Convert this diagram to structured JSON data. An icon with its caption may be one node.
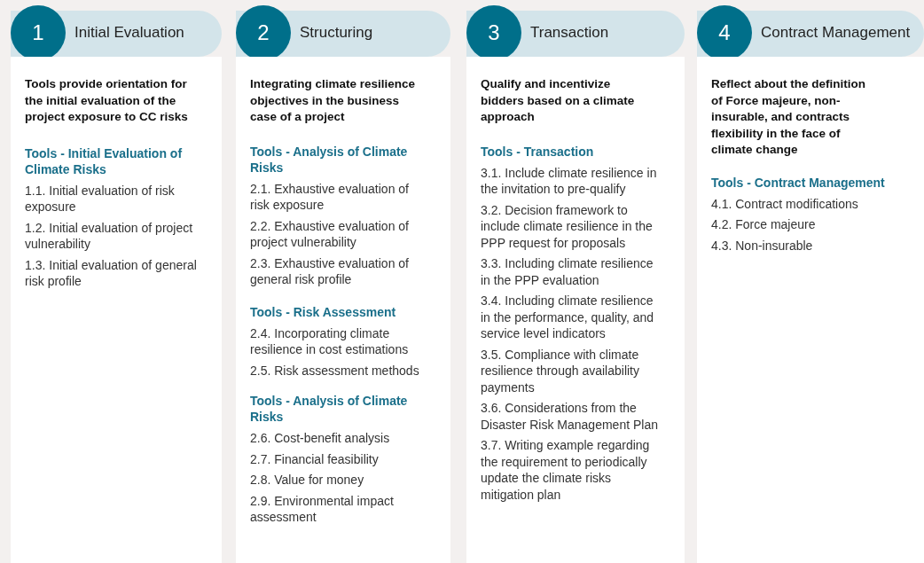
{
  "diagram": {
    "nodes": [
      {
        "text": [
          "1",
          "Initial Evaluation"
        ]
      },
      {
        "text": [
          "Tools provide orientation for the initial evaluation of the project exposure to CC risks"
        ]
      },
      {
        "text": [
          "Tools - Initial Evaluation of Climate Risks",
          "1.1. Initial evaluation of risk exposure",
          "1.2. Initial evaluation of project vulnerability",
          "1.3. Initial evaluation of general risk profile"
        ],
        "in": 1
      },
      {
        "text": [
          "2",
          "Structuring"
        ]
      },
      {
        "text": [
          "Integrating climate resilience objectives in the business case of a project"
        ]
      },
      {
        "text": [
          "Tools - Analysis of Climate Risks",
          "2.1. Exhaustive evaluation of risk exposure",
          "2.2. Exhaustive evaluation of project vulnerability",
          "2.3. Exhaustive evaluation of general risk profile"
        ],
        "in": 4
      },
      {
        "text": [
          "Tools - Risk Assessment",
          "2.4. Incorporating climate resilience in cost estimations",
          "2.5. Risk assessment methods"
        ],
        "in": 4
      },
      {
        "text": [
          "Tools - Analysis of Climate Risks",
          "2.6. Cost-benefit analysis",
          "2.7. Financial feasibility",
          "2.8. Value for money",
          "2.9. Environmental impact assessment"
        ],
        "in": 4
      },
      {
        "text": [
          "3",
          "Transaction"
        ]
      },
      {
        "text": [
          "Qualify and incentivize bidders based on a climate approach"
        ]
      },
      {
        "text": [
          "Tools - Transaction",
          "3.1. Include climate resilience in the invitation to pre-qualify",
          "3.2. Decision framework to include climate resilience in the PPP request for proposals",
          "3.3. Including climate resilience in the PPP evaluation",
          "3.4. Including climate resilience in the performance, quality, and service level indicators",
          "3.5. Compliance with climate resilience through availability payments",
          "3.6. Considerations from the Disaster Risk Management Plan",
          "3.7. Writing example regarding the requirement to periodically update the climate risks mitigation plan"
        ],
        "in": 9
      },
      {
        "text": [
          "4",
          "Contract Management"
        ]
      },
      {
        "text": [
          "Reflect about the definition of Force majeure, non-insurable, and contracts flexibility in the face of climate change"
        ]
      },
      {
        "text": [
          "Tools - Contract Management",
          "4.1. Contract modifications",
          "4.2. Force majeure",
          "4.3. Non-insurable"
        ],
        "in": 12
      }
    ]
  }
}
